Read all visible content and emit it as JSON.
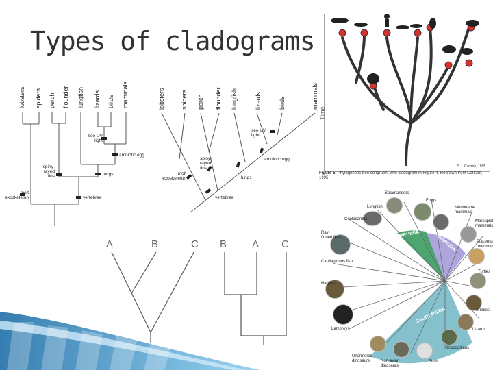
{
  "slide": {
    "title": "Types of cladograms"
  },
  "cladogram_left": {
    "taxa": [
      "lobsters",
      "spiders",
      "perch",
      "flounder",
      "lungfish",
      "lizards",
      "birds",
      "mammals"
    ],
    "traits": {
      "molt_exoskeleton": "molt exoskeleton",
      "spiny_rayed_fins": "spiny-rayed fins",
      "see_uv_light": "see UV light",
      "amniotic_egg": "amniotic egg",
      "lungs": "lungs",
      "vertebrae": "vertebrae"
    }
  },
  "cladogram_right": {
    "taxa": [
      "lobsters",
      "spiders",
      "perch",
      "flounder",
      "lungfish",
      "lizards",
      "birds",
      "mammals"
    ],
    "traits": {
      "molt_exoskeleton": "molt exoskeleton",
      "spiny_rayed_fins": "spiny-rayed fins",
      "see_uv_light": "see UV light",
      "amniotic_egg": "amniotic egg",
      "lungs": "lungs",
      "vertebrae": "vertebrae"
    }
  },
  "abc_trees": {
    "tree1": [
      "A",
      "B",
      "C"
    ],
    "tree2": [
      "B",
      "A",
      "C"
    ]
  },
  "phylo_tree": {
    "axis_label": "Time",
    "credit": "S.J. Carlson, 1995",
    "caption_bold": "Figure 5.",
    "caption_text": "Phylogenetic tree congruent with cladogram in Figure 4. Redrawn from Carlson, 1995.",
    "node_color": "#d6322e"
  },
  "circle_tree": {
    "groups": [
      "AMPHIBIA",
      "SYNAPSIDA",
      "SAUROPSIDA"
    ],
    "labels": {
      "salamanders": "Salamanders",
      "frogs": "Frogs",
      "lungfish": "Lungfish",
      "coelacanths": "Coelacanths",
      "monotreme": "Monotreme mammals",
      "marsupial": "Marsupial mammals",
      "placental": "Placental mammals",
      "ray_finned": "Ray-finned fish",
      "cartilaginous": "Cartilaginous fish",
      "hagfish": "Hagfish",
      "lampreys": "Lampreys",
      "turtles": "Turtles",
      "snakes": "Snakes",
      "lizards": "Lizards",
      "crocodilians": "Crocodilians",
      "birds": "Birds",
      "nonavian": "Non-avian dinosaurs",
      "unarmored": "Unarmored dinosaurs"
    },
    "colors": {
      "amphibia": "#2e8b57",
      "synapsida": "#7b68c8",
      "sauropsida": "#2f8fa0"
    }
  },
  "decor": {
    "accent": "#1f6fa8"
  }
}
